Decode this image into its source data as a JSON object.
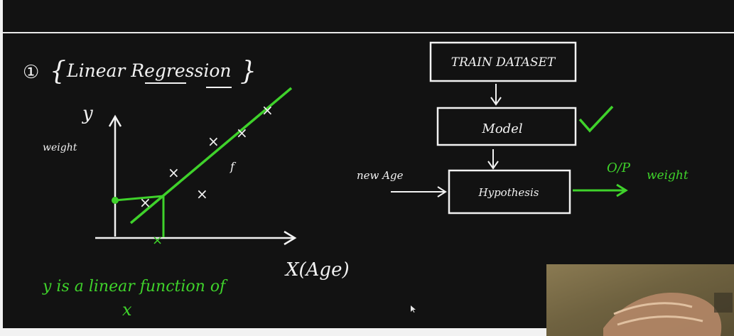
{
  "title": {
    "number": "①",
    "text": "Linear Regression",
    "open_brace": "{",
    "close_brace": "}"
  },
  "graph": {
    "y_axis_label": "y",
    "y_quantity": "weight",
    "x_axis_label": "X(Age)",
    "point_marks": [
      "×",
      "×",
      "×",
      "×",
      "×",
      "×",
      "×"
    ],
    "line_label": "f"
  },
  "note": {
    "line1": "y is a linear function of",
    "line2": "x"
  },
  "flow": {
    "train_box": "TRAIN DATASET",
    "model_box": "Model",
    "hypothesis_box": "Hypothesis",
    "input_label": "new Age",
    "output_label": "O/P",
    "output_value": "weight",
    "check": "✓"
  },
  "colors": {
    "board": "#121212",
    "chalk": "#f2f2f2",
    "ink_green": "#3fd22b",
    "webcam": "#6f6240"
  },
  "icons": [
    "arrow-down-icon",
    "arrow-right-icon",
    "checkmark-icon",
    "cursor-icon"
  ]
}
